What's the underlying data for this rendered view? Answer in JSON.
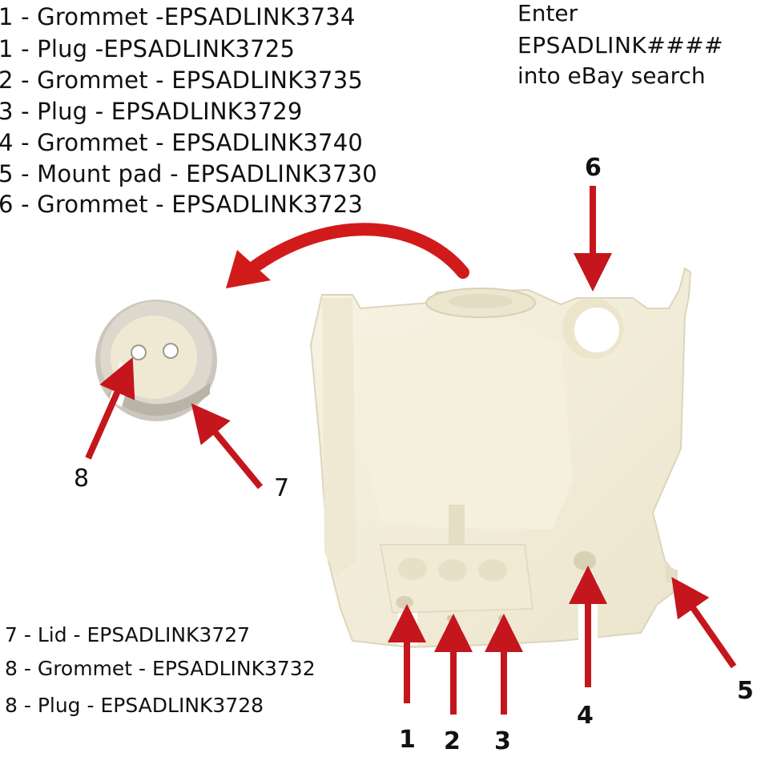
{
  "parts_list_top": [
    "1 - Grommet -EPSADLINK3734",
    "1 - Plug -EPSADLINK3725",
    "2 -  Grommet - EPSADLINK3735",
    "3 - Plug - EPSADLINK3729",
    "4 - Grommet - EPSADLINK3740",
    "5 - Mount pad - EPSADLINK3730",
    "6 - Grommet - EPSADLINK3723"
  ],
  "parts_list_bottom": [
    "7 - Lid - EPSADLINK3727",
    "8 - Grommet - EPSADLINK3732",
    "8 - Plug - EPSADLINK3728"
  ],
  "search_hint": [
    "Enter",
    "EPSADLINK####",
    "into eBay search"
  ],
  "callouts": {
    "c1": "1",
    "c2": "2",
    "c3": "3",
    "c4": "4",
    "c5": "5",
    "c6": "6",
    "c7": "7",
    "c8": "8"
  },
  "colors": {
    "arrow": "#c4161c",
    "plastic": "#f4efdc",
    "plastic_shadow": "#e2dbc2",
    "lid": "#d8d4cb"
  }
}
